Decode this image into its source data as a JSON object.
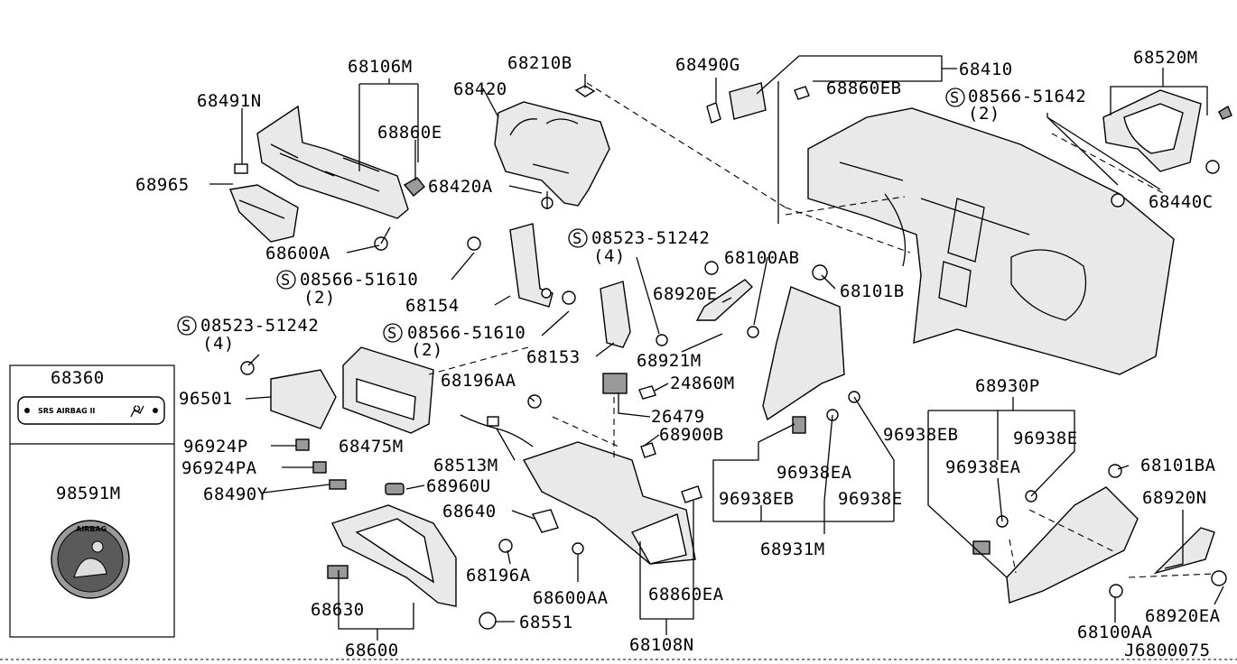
{
  "diagram_id": "J6800075",
  "labels": {
    "p68106M": "68106M",
    "p68491N": "68491N",
    "p68860E": "68860E",
    "p68965": "68965",
    "p68600A": "68600A",
    "p68210B": "68210B",
    "p68420": "68420",
    "p68420A": "68420A",
    "p68490G": "68490G",
    "p68410": "68410",
    "p68860EB": "68860EB",
    "p68520M": "68520M",
    "s08566_51642": "08566-51642",
    "q2a": "(2)",
    "p68440C": "68440C",
    "s08523_51242a": "08523-51242",
    "q4a": "(4)",
    "p68100AB": "68100AB",
    "p68101B": "68101B",
    "s08566_51610a": "08566-51610",
    "q2b": "(2)",
    "p68154": "68154",
    "p68920E": "68920E",
    "s08523_51242b": "08523-51242",
    "q4b": "(4)",
    "s08566_51610b": "08566-51610",
    "q2c": "(2)",
    "p68153": "68153",
    "p68921M": "68921M",
    "p68360": "68360",
    "p96501": "96501",
    "p68196AA": "68196AA",
    "p24860M": "24860M",
    "p26479": "26479",
    "p68475M": "68475M",
    "p96924P": "96924P",
    "p96924PA": "96924PA",
    "p68490Y": "68490Y",
    "p68513M": "68513M",
    "p68900B": "68900B",
    "p68960U": "68960U",
    "p98591M": "98591M",
    "p68640": "68640",
    "p68196A": "68196A",
    "p68600AA": "68600AA",
    "p68630": "68630",
    "p68551": "68551",
    "p68860EA": "68860EA",
    "p68600": "68600",
    "p68108N": "68108N",
    "p68930P": "68930P",
    "p96938EB_a": "96938EB",
    "p96938E_a": "96938E",
    "p96938EA_a": "96938EA",
    "p96938EA_b": "96938EA",
    "p96938EB_b": "96938EB",
    "p96938E_b": "96938E",
    "p68931M": "68931M",
    "p68101BA": "68101BA",
    "p68920N": "68920N",
    "p68920EA": "68920EA",
    "p68100AA": "68100AA",
    "srs_plate": "SRS AIRBAG II",
    "disc_text": "AIRBAG"
  },
  "screw_symbol": "S"
}
